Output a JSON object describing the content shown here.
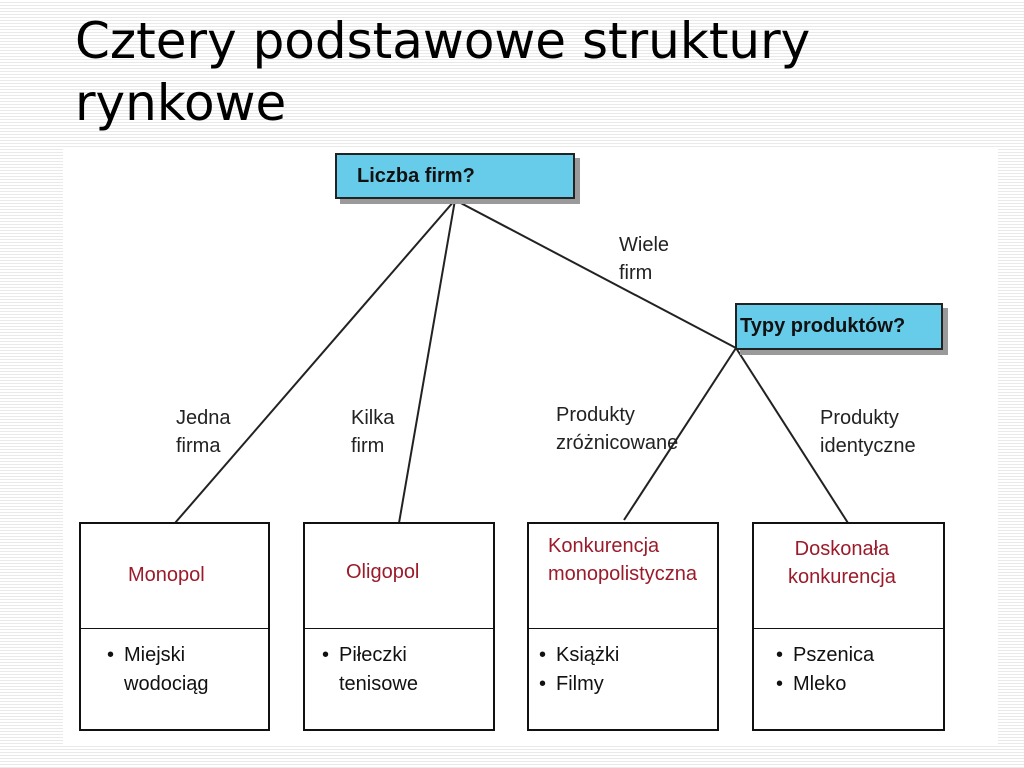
{
  "title": "Cztery podstawowe struktury rynkowe",
  "questions": {
    "number_of_firms": "Liczba firm?",
    "product_types": "Typy produktów?"
  },
  "edges": {
    "one_firm": "Jedna\nfirma",
    "few_firms": "Kilka\nfirm",
    "many_firms": "Wiele\nfirm",
    "differentiated": "Produkty\nzróżnicowane",
    "identical": "Produkty\nidentyczne"
  },
  "markets": [
    {
      "name": "Monopol",
      "examples": [
        "Miejski\nwodociąg"
      ]
    },
    {
      "name": "Oligopol",
      "examples": [
        "Piłeczki\ntenisowe"
      ]
    },
    {
      "name": "Konkurencja\nmonopolistyczna",
      "examples": [
        "Książki",
        "Filmy"
      ]
    },
    {
      "name": "Doskonała\nkonkurencja",
      "examples": [
        "Pszenica",
        "Mleko"
      ]
    }
  ]
}
